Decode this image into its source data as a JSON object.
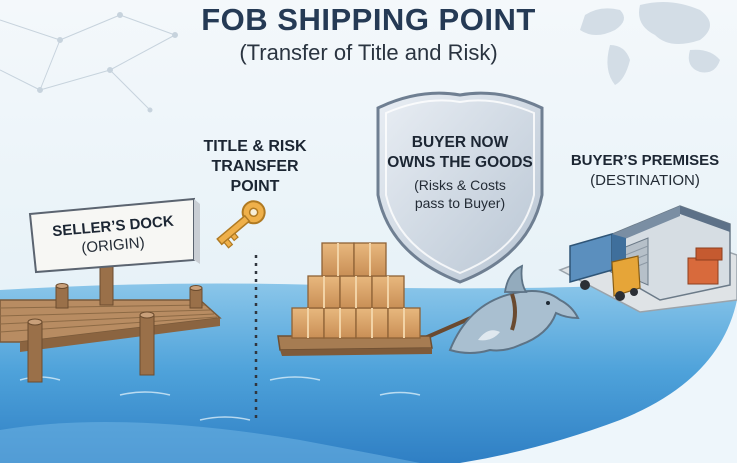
{
  "header": {
    "title": "FOB SHIPPING POINT",
    "subtitle": "(Transfer of Title and Risk)"
  },
  "seller_sign": {
    "line1": "SELLER’S DOCK",
    "line2": "(ORIGIN)"
  },
  "transfer_point": {
    "line1": "TITLE & RISK",
    "line2": "TRANSFER",
    "line3": "POINT"
  },
  "shield": {
    "line1": "BUYER NOW",
    "line2": "OWNS THE GOODS",
    "line3": "(Risks & Costs",
    "line4": "pass to Buyer)"
  },
  "buyer_premises": {
    "line1": "BUYER’S PREMISES",
    "line2": "(DESTINATION)"
  },
  "colors": {
    "title": "#253a55",
    "water": "#4a9fd8",
    "dock": "#a9805a",
    "box": "#d9a46c",
    "key": "#e8a83c",
    "shield": "#b9c6d4"
  }
}
